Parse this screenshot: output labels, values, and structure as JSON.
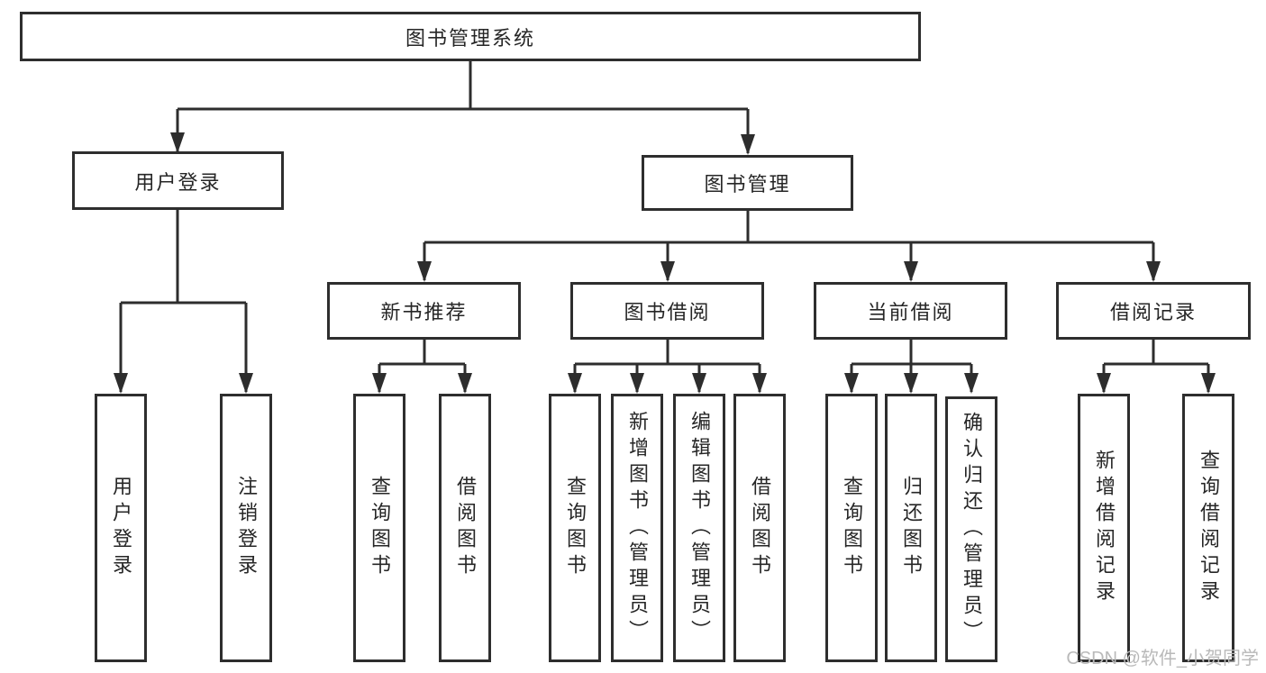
{
  "diagram": {
    "root": "图书管理系统",
    "branches": {
      "user_login": "用户登录",
      "book_mgmt": "图书管理"
    },
    "user_login_children": {
      "login": "用户登录",
      "logout": "注销登录"
    },
    "book_mgmt_children": {
      "new_books": "新书推荐",
      "book_borrow": "图书借阅",
      "current_borrow": "当前借阅",
      "borrow_records": "借阅记录"
    },
    "new_books_children": {
      "query": "查询图书",
      "borrow": "借阅图书"
    },
    "book_borrow_children": {
      "query": "查询图书",
      "add": "新增图书（管理员）",
      "edit": "编辑图书（管理员）",
      "borrow": "借阅图书"
    },
    "current_borrow_children": {
      "query": "查询图书",
      "return": "归还图书",
      "confirm_return": "确认归还（管理员）"
    },
    "borrow_records_children": {
      "add": "新增借阅记录",
      "query": "查询借阅记录"
    }
  },
  "watermark": "CSDN @软件_小贺同学",
  "colors": {
    "line": "#2d2d2d",
    "box_border": "#2e2e2e",
    "text": "#262626",
    "watermark": "#b9b9b9"
  }
}
